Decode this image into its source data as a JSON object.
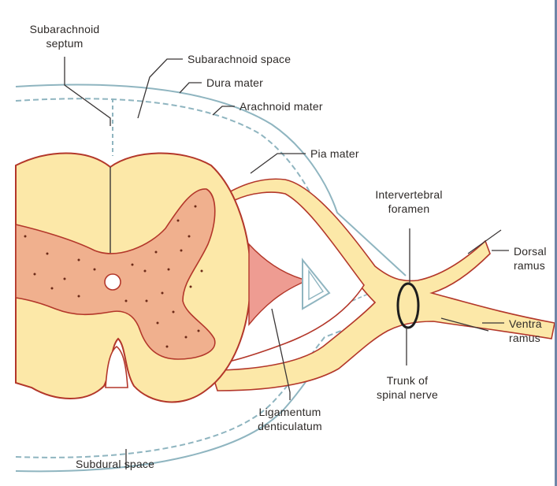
{
  "figure": {
    "colors": {
      "background": "#ffffff",
      "frame": "#6f86a8",
      "meninges": "#8fb5c0",
      "cord_fill": "#fce8a8",
      "cord_outline": "#b3372a",
      "grey_matter": "#f0b08e",
      "grey_matter_dots": "#6b2a18",
      "ligament": "#ee9c92",
      "leader_lines": "#3a3636"
    },
    "labels": {
      "subarachnoid_septum": [
        "Subarachnoid",
        "septum"
      ],
      "subarachnoid_space": "Subarachnoid space",
      "dura_mater": "Dura mater",
      "arachnoid_mater": "Arachnoid mater",
      "pia_mater": "Pia mater",
      "intervertebral_foramen": [
        "Intervertebral",
        "foramen"
      ],
      "dorsal_ramus": [
        "Dorsal",
        "ramus"
      ],
      "ventral_ramus": [
        "Ventra",
        "ramus"
      ],
      "trunk_of_spinal_nerve": [
        "Trunk of",
        "spinal nerve"
      ],
      "ligamentum_denticulatum": [
        "Ligamentum",
        "denticulatum"
      ],
      "subdural_space": "Subdural space"
    }
  }
}
